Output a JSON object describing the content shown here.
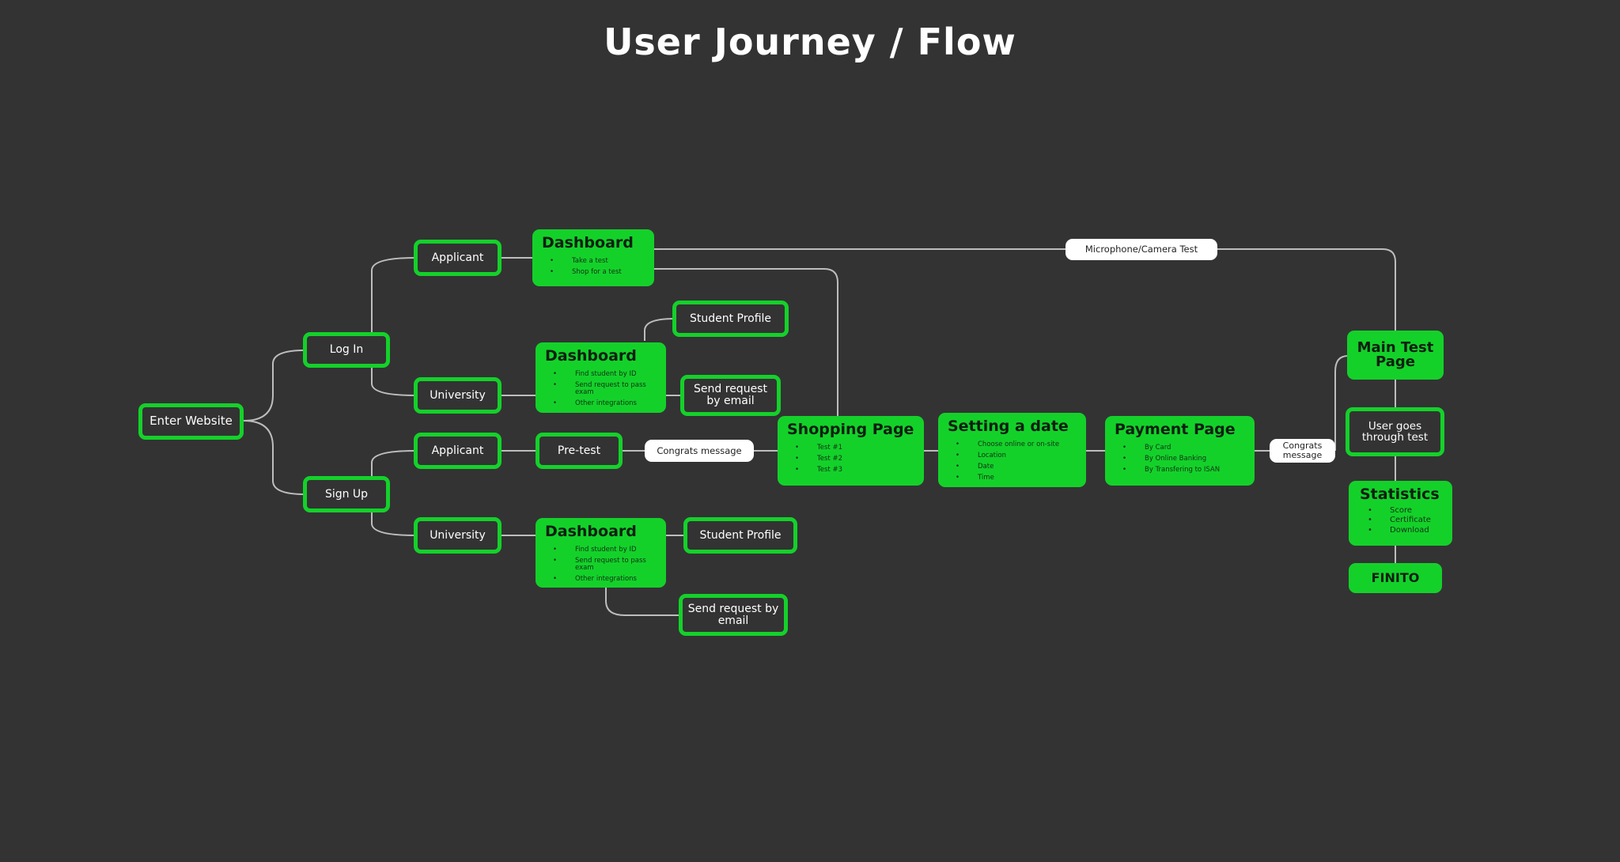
{
  "title": "User Journey / Flow",
  "nodes": {
    "enter_website": "Enter Website",
    "log_in": "Log In",
    "sign_up": "Sign Up",
    "login_applicant": "Applicant",
    "login_university": "University",
    "signup_applicant": "Applicant",
    "signup_university": "University",
    "applicant_dashboard": {
      "title": "Dashboard",
      "items": [
        "Take a test",
        "Shop for a test"
      ]
    },
    "university_dashboard_login": {
      "title": "Dashboard",
      "items": [
        "Find student by ID",
        "Send request to pass exam",
        "Other integrations"
      ]
    },
    "university_dashboard_signup": {
      "title": "Dashboard",
      "items": [
        "Find student by ID",
        "Send request to pass exam",
        "Other integrations"
      ]
    },
    "student_profile_1": "Student Profile",
    "student_profile_2": "Student Profile",
    "send_request_1": "Send request by email",
    "send_request_2": "Send request by email",
    "pre_test": "Pre-test",
    "congrats_message_1": "Congrats message",
    "shopping_page": {
      "title": "Shopping Page",
      "items": [
        "Test #1",
        "Test #2",
        "Test #3"
      ]
    },
    "setting_date": {
      "title": "Setting a date",
      "items": [
        "Choose online or on-site",
        "Location",
        "Date",
        "Time"
      ]
    },
    "payment_page": {
      "title": "Payment Page",
      "items": [
        "By Card",
        "By Online Banking",
        "By Transfering to ISAN"
      ]
    },
    "congrats_message_2": "Congrats message",
    "mic_cam_test": "Microphone/Camera Test",
    "main_test_page": "Main Test Page",
    "user_goes_through": "User goes through test",
    "statistics": {
      "title": "Statistics",
      "items": [
        "Score",
        "Certificate",
        "Download"
      ]
    },
    "finito": "FINITO"
  },
  "colors": {
    "background": "#333333",
    "accent": "#14d12a",
    "connector": "#bdbdbd",
    "pill": "#ffffff"
  }
}
